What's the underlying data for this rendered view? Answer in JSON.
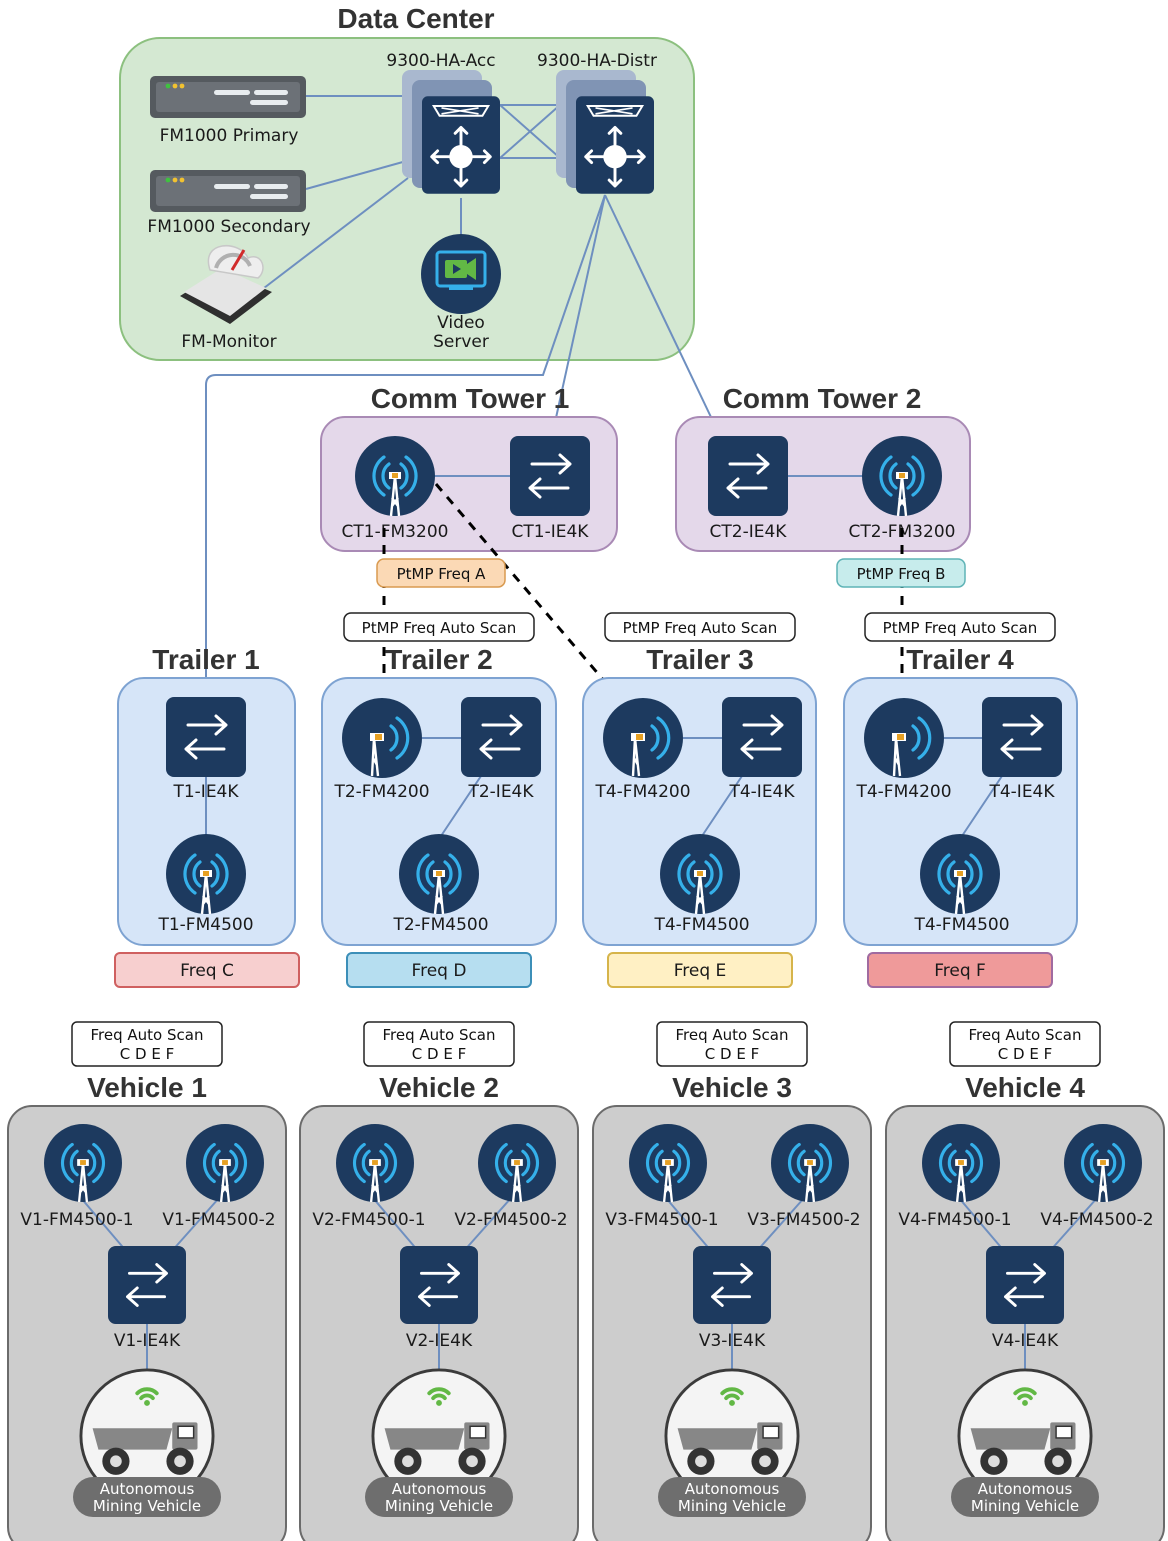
{
  "colors": {
    "datacenter_bg": "#d4e8d2",
    "datacenter_border": "#8cc07f",
    "tower_bg": "#e4d8ea",
    "tower_border": "#a98ab5",
    "trailer_bg": "#d6e5f8",
    "trailer_border": "#7ea3d2",
    "vehicle_bg": "#cdcdcd",
    "vehicle_border": "#6b6b6b",
    "device_blue": "#1d3a5f",
    "wireless_cyan": "#35b0ea",
    "link": "#6e8fc0"
  },
  "datacenter": {
    "title": "Data Center",
    "acc_label": "9300-HA-Acc",
    "distr_label": "9300-HA-Distr",
    "fm_primary": "FM1000 Primary",
    "fm_secondary": "FM1000 Secondary",
    "fm_monitor": "FM-Monitor",
    "video_line1": "Video",
    "video_line2": "Server"
  },
  "towers": [
    {
      "title": "Comm Tower 1",
      "radio": "CT1-FM3200",
      "switch": "CT1-IE4K",
      "freq": "PtMP Freq A"
    },
    {
      "title": "Comm Tower 2",
      "radio": "CT2-FM3200",
      "switch": "CT2-IE4K",
      "freq": "PtMP Freq B"
    }
  ],
  "trailers": [
    {
      "title": "Trailer 1",
      "switch": "T1-IE4K",
      "radio": "",
      "bottom": "T1-FM4500",
      "freq": "Freq C",
      "scan": ""
    },
    {
      "title": "Trailer 2",
      "switch": "T2-IE4K",
      "radio": "T2-FM4200",
      "bottom": "T2-FM4500",
      "freq": "Freq D",
      "scan": "PtMP Freq Auto Scan"
    },
    {
      "title": "Trailer 3",
      "switch": "T4-IE4K",
      "radio": "T4-FM4200",
      "bottom": "T4-FM4500",
      "freq": "Freq E",
      "scan": "PtMP Freq Auto Scan"
    },
    {
      "title": "Trailer 4",
      "switch": "T4-IE4K",
      "radio": "T4-FM4200",
      "bottom": "T4-FM4500",
      "freq": "Freq F",
      "scan": "PtMP Freq Auto Scan"
    }
  ],
  "vehicles": [
    {
      "title": "Vehicle 1",
      "scan1": "Freq Auto Scan",
      "scan2": "C D E F",
      "radio1": "V1-FM4500-1",
      "radio2": "V1-FM4500-2",
      "switch": "V1-IE4K",
      "truck1": "Autonomous",
      "truck2": "Mining Vehicle"
    },
    {
      "title": "Vehicle 2",
      "scan1": "Freq Auto Scan",
      "scan2": "C D E F",
      "radio1": "V2-FM4500-1",
      "radio2": "V2-FM4500-2",
      "switch": "V2-IE4K",
      "truck1": "Autonomous",
      "truck2": "Mining Vehicle"
    },
    {
      "title": "Vehicle 3",
      "scan1": "Freq Auto Scan",
      "scan2": "C D E F",
      "radio1": "V3-FM4500-1",
      "radio2": "V3-FM4500-2",
      "switch": "V3-IE4K",
      "truck1": "Autonomous",
      "truck2": "Mining Vehicle"
    },
    {
      "title": "Vehicle 4",
      "scan1": "Freq Auto Scan",
      "scan2": "C D E F",
      "radio1": "V4-FM4500-1",
      "radio2": "V4-FM4500-2",
      "switch": "V4-IE4K",
      "truck1": "Autonomous",
      "truck2": "Mining Vehicle"
    }
  ]
}
